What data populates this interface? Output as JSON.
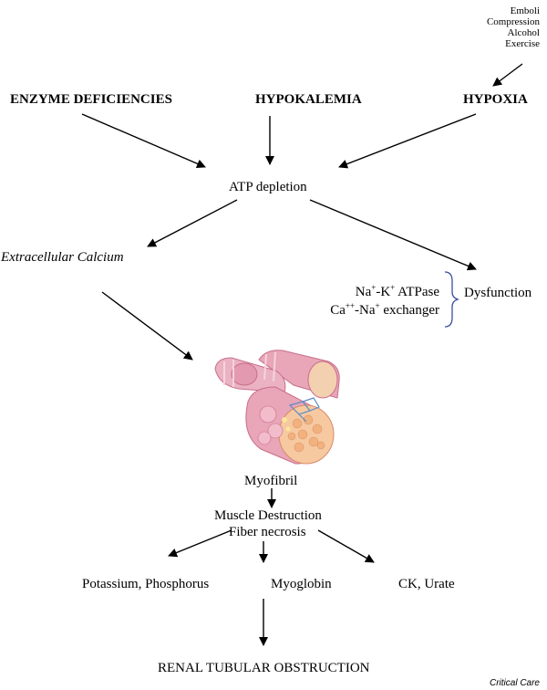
{
  "risk_factors": [
    "Emboli",
    "Compression",
    "Alcohol",
    "Exercise"
  ],
  "causes": {
    "enzyme": "ENZYME DEFICIENCIES",
    "hypokalemia": "HYPOKALEMIA",
    "hypoxia": "HYPOXIA"
  },
  "atp_depletion": "ATP depletion",
  "extracellular_calcium": "Extracellular Calcium",
  "pumps": {
    "na_k": {
      "a": "Na",
      "a_sup": "+",
      "b": "-K",
      "b_sup": "+",
      "c": " ATPase"
    },
    "ca_na": {
      "a": "Ca",
      "a_sup": "++",
      "b": "-Na",
      "b_sup": "+",
      "c": " exchanger"
    }
  },
  "dysfunction": "Dysfunction",
  "myofibril": "Myofibril",
  "muscle_destruction": "Muscle Destruction",
  "fiber_necrosis": "Fiber necrosis",
  "products": {
    "potassium": "Potassium, Phosphorus",
    "myoglobin": "Myoglobin",
    "ck": "CK, Urate"
  },
  "outcome": "RENAL TUBULAR OBSTRUCTION",
  "credit": "Critical Care",
  "colors": {
    "brace": "#3b4fa0",
    "muscle_pink": "#e8a6b8",
    "muscle_dark": "#c96e8a"
  }
}
